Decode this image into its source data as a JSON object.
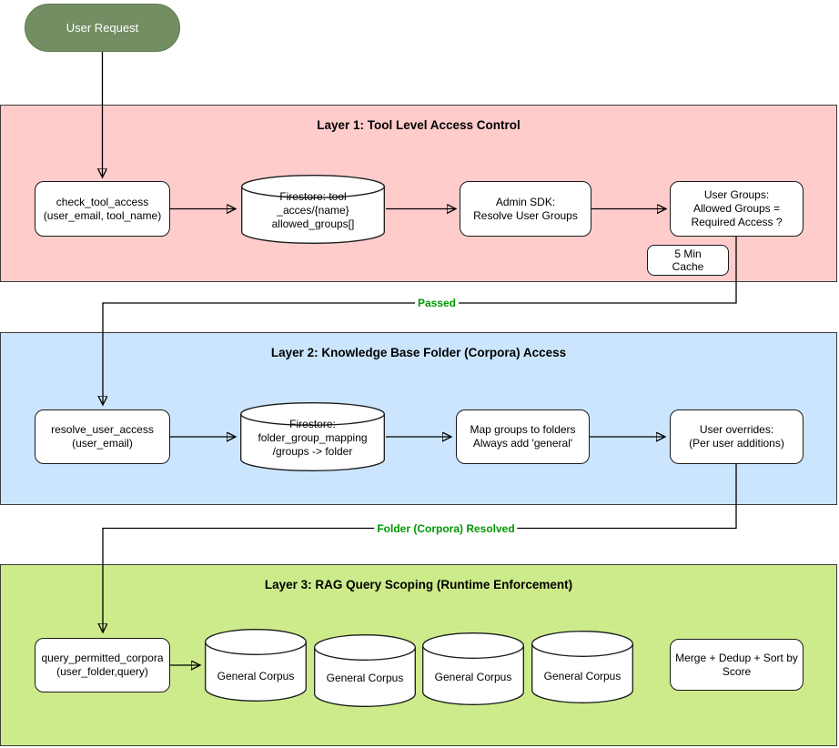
{
  "colors": {
    "layer1_bg": "#ffcccc",
    "layer2_bg": "#cce5ff",
    "layer3_bg": "#cdeb8b",
    "layer_border": "#3c3c3c",
    "pill_bg": "#738e63",
    "pill_border": "#5d7a50",
    "node_bg": "#ffffff",
    "connector_label": "#009900"
  },
  "user_request": {
    "label": "User Request"
  },
  "connectors": {
    "passed_label": "Passed",
    "resolved_label": "Folder (Corpora) Resolved"
  },
  "layer1": {
    "title": "Layer 1: Tool Level Access Control",
    "nodes": {
      "check_tool_access": {
        "lines": [
          "check_tool_access",
          "(user_email, tool_name)"
        ]
      },
      "firestore_tool": {
        "lines": [
          "Firestore: tool",
          "_acces/{name}",
          "allowed_groups[]"
        ]
      },
      "admin_sdk": {
        "lines": [
          "Admin SDK:",
          "Resolve User Groups"
        ]
      },
      "user_groups": {
        "lines": [
          "User Groups:",
          "Allowed Groups =",
          "Required Access ?"
        ]
      },
      "cache": {
        "lines": [
          "5 Min",
          "Cache"
        ]
      }
    }
  },
  "layer2": {
    "title": "Layer 2: Knowledge Base Folder (Corpora) Access",
    "nodes": {
      "resolve_user_access": {
        "lines": [
          "resolve_user_access",
          "(user_email)"
        ]
      },
      "firestore_mapping": {
        "lines": [
          "Firestore:",
          "folder_group_mapping",
          "/groups -> folder"
        ]
      },
      "map_groups": {
        "lines": [
          "Map groups to folders",
          "Always add 'general'"
        ]
      },
      "user_overrides": {
        "lines": [
          "User overrides:",
          "(Per user additions)"
        ]
      }
    }
  },
  "layer3": {
    "title": "Layer 3: RAG Query Scoping (Runtime Enforcement)",
    "nodes": {
      "query_permitted_corpora": {
        "lines": [
          "query_permitted_corpora",
          "(user_folder,query)"
        ]
      },
      "corpus1": {
        "label": "General Corpus"
      },
      "corpus2": {
        "label": "General Corpus"
      },
      "corpus3": {
        "label": "General Corpus"
      },
      "corpus4": {
        "label": "General Corpus"
      },
      "merge": {
        "lines": [
          "Merge + Dedup + Sort by",
          "Score"
        ]
      }
    }
  }
}
